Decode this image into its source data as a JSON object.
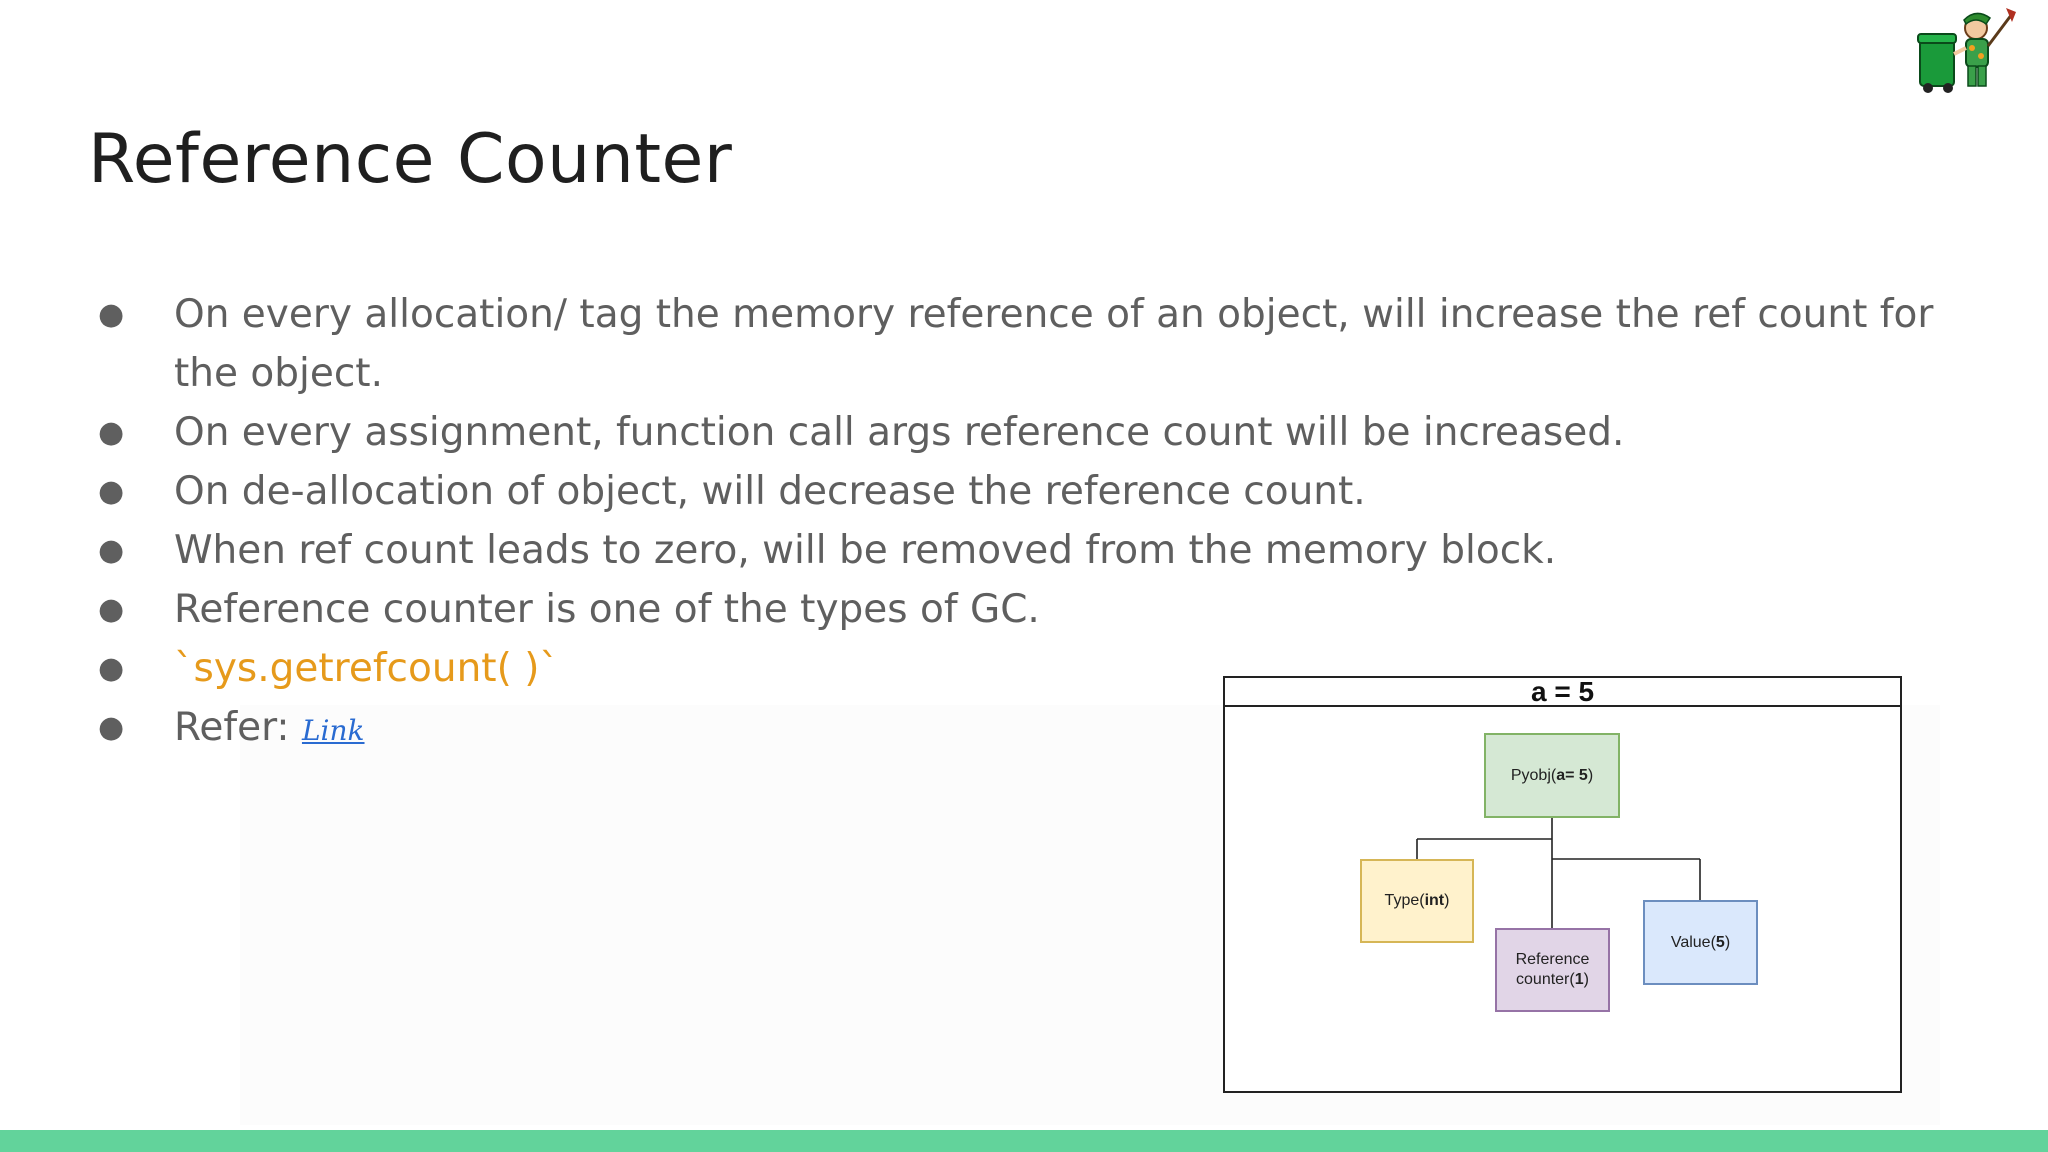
{
  "slide": {
    "title": "Reference Counter",
    "bullets": [
      {
        "text": "On every allocation/ tag the memory reference of an object, will increase the ref count for the object."
      },
      {
        "text": "On every assignment, function call args reference count will be increased."
      },
      {
        "text": "On de-allocation of object, will decrease the reference count."
      },
      {
        "text": "When ref count leads to zero, will be removed from the memory block."
      },
      {
        "text": "Reference counter is one of the types of GC."
      },
      {
        "code": "`sys.getrefcount( )`"
      },
      {
        "prefix": "Refer: ",
        "link": "Link"
      }
    ]
  },
  "diagram": {
    "header": "a = 5",
    "pyobj": {
      "label": "Pyobj(",
      "bold": "a= 5",
      "suffix": ")"
    },
    "type": {
      "label": "Type(",
      "bold": "int",
      "suffix": ")"
    },
    "ref": {
      "line1": "Reference",
      "line2_label": "counter(",
      "line2_bold": "1",
      "line2_suffix": ")"
    },
    "value": {
      "label": "Value(",
      "bold": "5",
      "suffix": ")"
    }
  },
  "colors": {
    "accent_bar": "#62d39b",
    "code_text": "#e69a1b",
    "link_text": "#2a6bd1",
    "body_text": "#5f5f5f"
  },
  "icons": [
    "garbage-collector-mascot-icon"
  ]
}
